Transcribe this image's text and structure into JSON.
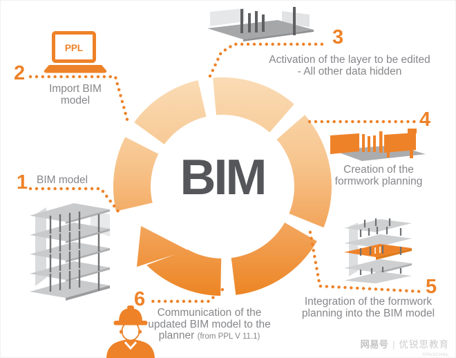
{
  "colors": {
    "accent": "#EE8228",
    "ring-light": "#FADCB6",
    "ring-dark": "#EC8423",
    "text-gray": "#85868A",
    "title-dark": "#55565A"
  },
  "center": {
    "title": "BIM"
  },
  "steps": [
    {
      "number": "1",
      "lines": [
        "BIM model"
      ]
    },
    {
      "number": "2",
      "lines": [
        "Import BIM",
        "model"
      ]
    },
    {
      "number": "3",
      "lines": [
        "Activation of the layer to be edited",
        "- All other data hidden"
      ]
    },
    {
      "number": "4",
      "lines": [
        "Creation of the",
        "formwork planning"
      ]
    },
    {
      "number": "5",
      "lines": [
        "Integration of the formwork",
        "planning into the BIM model"
      ]
    },
    {
      "number": "6",
      "lines": [
        "Communication of the",
        "updated BIM model to the"
      ],
      "line3_main": "planner",
      "line3_note": "(from PPL V 11.1)"
    }
  ],
  "laptop_screen_label": "PPL",
  "watermark": {
    "platform": "网易号",
    "separator": "|",
    "account": "优锐思教育",
    "credit": "©PASCHAL"
  }
}
